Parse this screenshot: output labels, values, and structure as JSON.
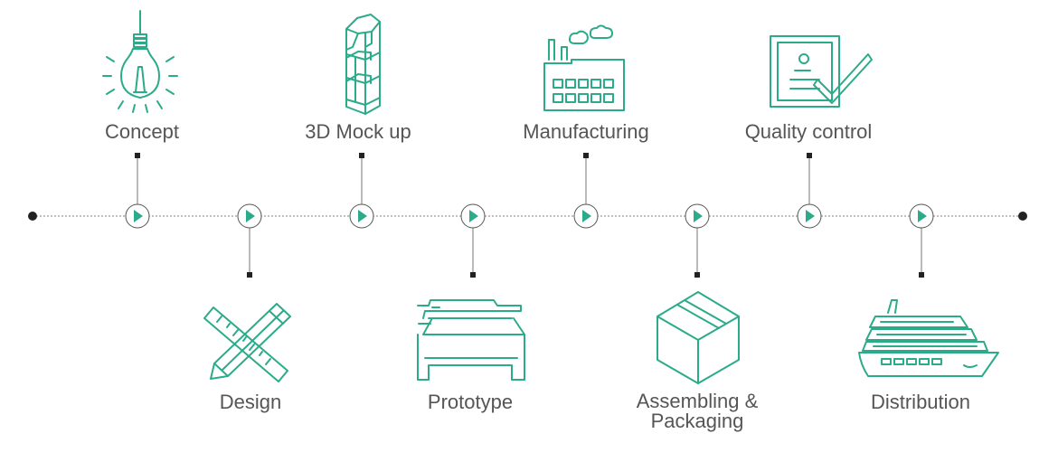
{
  "colors": {
    "accent": "#2bab8a",
    "text": "#555555",
    "line": "#999999",
    "dark": "#222222"
  },
  "steps": [
    {
      "label": "Concept",
      "icon": "light-bulb-icon"
    },
    {
      "label": "Design",
      "icon": "ruler-pencil-icon"
    },
    {
      "label": "3D Mock up",
      "icon": "display-stand-icon"
    },
    {
      "label": "Prototype",
      "icon": "printer-icon"
    },
    {
      "label": "Manufacturing",
      "icon": "factory-icon"
    },
    {
      "label": "Assembling &",
      "label_line2": "Packaging",
      "icon": "box-icon"
    },
    {
      "label": "Quality control",
      "icon": "quality-checklist-icon"
    },
    {
      "label": "Distribution",
      "icon": "cruise-ship-icon"
    }
  ]
}
